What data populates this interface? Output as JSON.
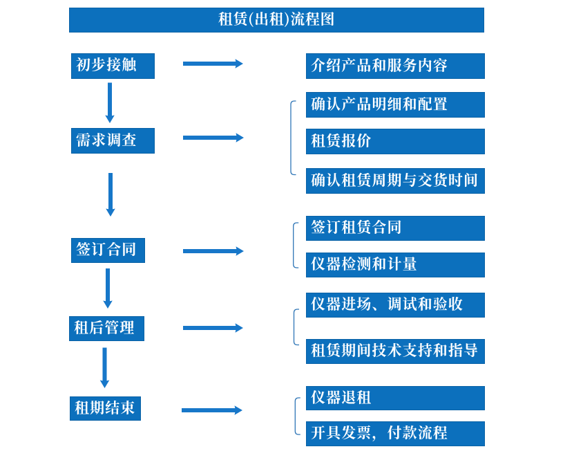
{
  "title": "租赁(出租)流程图",
  "colors": {
    "bg": "#ffffff",
    "box": "#0c70bd",
    "box-border": "#0a62a6",
    "label": "#ffffff",
    "arrow": "#1777c9",
    "bracket": "#2e75b6"
  },
  "steps": [
    {
      "label": "初步接触",
      "outputs": [
        "介绍产品和服务内容"
      ]
    },
    {
      "label": "需求调查",
      "outputs": [
        "确认产品明细和配置",
        "租赁报价",
        "确认租赁周期与交货时间"
      ]
    },
    {
      "label": "签订合同",
      "outputs": [
        "签订租赁合同",
        "仪器检测和计量"
      ]
    },
    {
      "label": "租后管理",
      "outputs": [
        "仪器进场、调试和验收",
        "租赁期间技术支持和指导"
      ]
    },
    {
      "label": "租期结束",
      "outputs": [
        "仪器退租",
        "开具发票，付款流程"
      ]
    }
  ]
}
